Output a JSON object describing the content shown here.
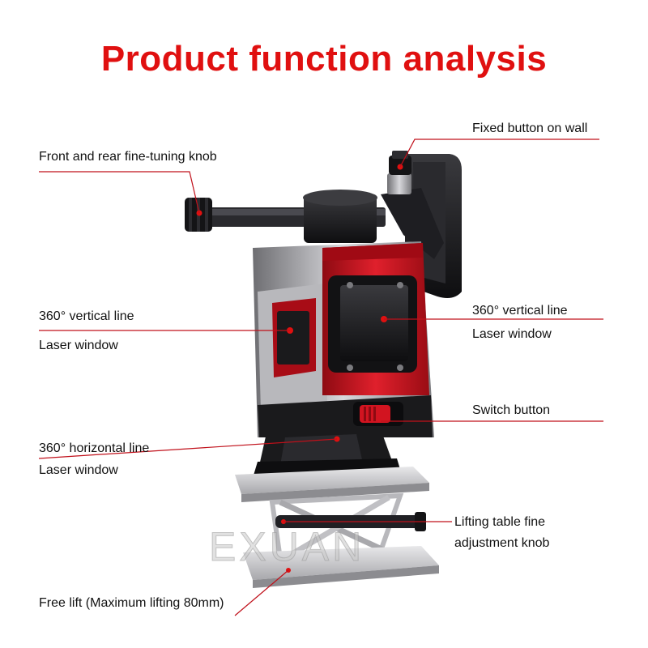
{
  "title": "Product function analysis",
  "watermark": "EXUAN",
  "labels": {
    "fixed_button": "Fixed button on wall",
    "fine_tuning_knob": "Front and rear fine-tuning knob",
    "left_vertical_line": "360° vertical line",
    "left_vertical_window": "Laser window",
    "right_vertical_line": "360° vertical line",
    "right_vertical_window": "Laser window",
    "switch_button": "Switch button",
    "horizontal_line": "360° horizontal line",
    "horizontal_window": "Laser window",
    "lifting_knob_line1": "Lifting table fine",
    "lifting_knob_line2": "adjustment knob",
    "free_lift": "Free lift (Maximum lifting 80mm)"
  },
  "colors": {
    "accent": "#e01010",
    "leader": "#c0101a",
    "body_red": "#c8101c",
    "body_dark": "#1c1c1e",
    "body_gray": "#9a9a9e"
  }
}
